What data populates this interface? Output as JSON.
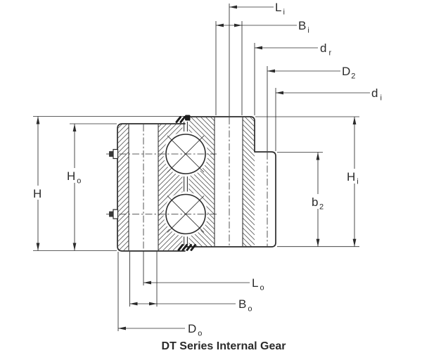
{
  "title": "DT Series Internal Gear",
  "colors": {
    "line": "#2b2b2b",
    "hatch": "#5f5f5f",
    "background": "#ffffff",
    "seal": "#1c1c1c"
  },
  "labels": {
    "li": {
      "main": "L",
      "sub": "i"
    },
    "bi": {
      "main": "B",
      "sub": "i"
    },
    "dr": {
      "main": "d",
      "sub": "r"
    },
    "d2": {
      "main": "D",
      "sub": "2"
    },
    "di": {
      "main": "d",
      "sub": "i"
    },
    "h": {
      "main": "H",
      "sub": ""
    },
    "ho": {
      "main": "H",
      "sub": "o"
    },
    "hi": {
      "main": "H",
      "sub": "i"
    },
    "b2": {
      "main": "b",
      "sub": "2"
    },
    "lo": {
      "main": "L",
      "sub": "o"
    },
    "bo": {
      "main": "B",
      "sub": "o"
    },
    "do": {
      "main": "D",
      "sub": "o"
    }
  }
}
